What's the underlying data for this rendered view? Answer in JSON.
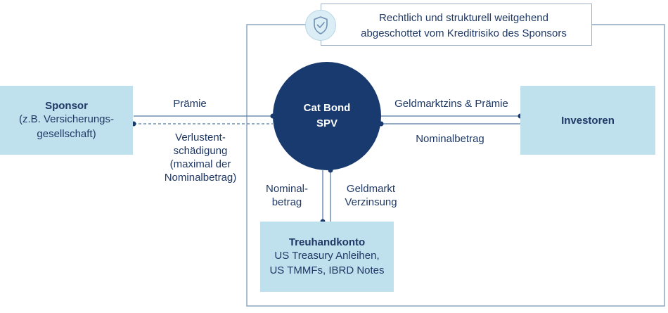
{
  "colors": {
    "navy": "#193a6e",
    "box_fill": "#bfe0ed",
    "text": "#1f3864",
    "frame": "#8ea6c0"
  },
  "note": {
    "icon": "shield-check-icon",
    "line1": "Rechtlich und strukturell weitgehend",
    "line2": "abgeschottet vom Kreditrisiko des Sponsors"
  },
  "sponsor": {
    "title": "Sponsor",
    "line1": "(z.B. Versicherungs-",
    "line2": "gesellschaft)"
  },
  "spv": {
    "line1": "Cat Bond",
    "line2": "SPV"
  },
  "investoren": {
    "title": "Investoren"
  },
  "treuhand": {
    "title": "Treuhandkonto",
    "line1": "US Treasury Anleihen,",
    "line2": "US TMMFs, IBRD Notes"
  },
  "labels": {
    "praemie": "Prämie",
    "verlust1": "Verlustent-",
    "verlust2": "schädigung",
    "verlust3": "(maximal der",
    "verlust4": "Nominalbetrag)",
    "geldmarktzins": "Geldmarktzins & Prämie",
    "nominalbetrag": "Nominalbetrag",
    "nominal1": "Nominal-",
    "nominal2": "betrag",
    "geldmarkt1": "Geldmarkt",
    "geldmarkt2": "Verzinsung"
  }
}
